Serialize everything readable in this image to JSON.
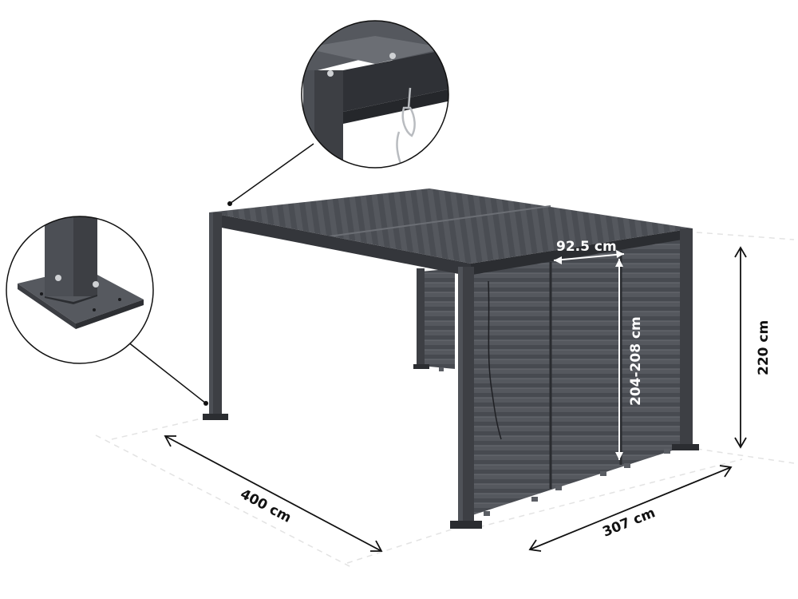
{
  "dimensions": {
    "depth": "400 cm",
    "width": "307 cm",
    "height": "220 cm",
    "panel_width": "92.5 cm",
    "panel_height": "204-208 cm"
  },
  "colors": {
    "frame": "#3d3f44",
    "frame_dark": "#2b2d31",
    "slat_light": "#5a5d63",
    "slat_dark": "#3f4247",
    "line": "#111111",
    "ghost": "#e2e2e2"
  },
  "callouts": [
    {
      "id": "roof-corner-detail",
      "subject": "roof corner with carabiner hook"
    },
    {
      "id": "foot-plate-detail",
      "subject": "post base plate with bolts"
    }
  ]
}
